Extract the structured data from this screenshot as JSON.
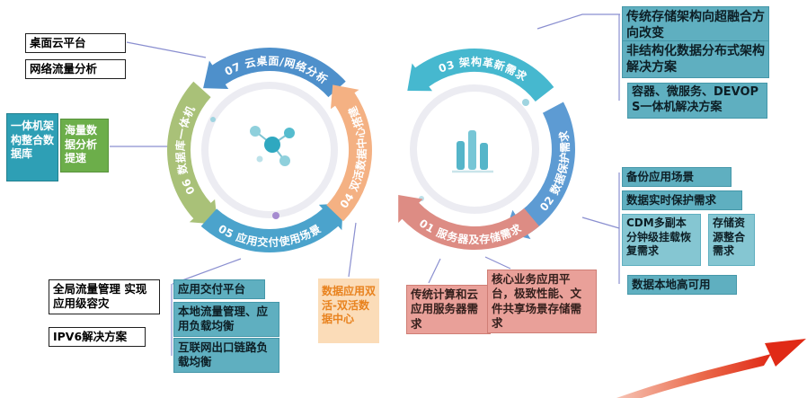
{
  "colors": {
    "arc07": "#4E90CB",
    "arc06": "#A9C178",
    "arc05": "#4BA3CC",
    "arc04": "#F4B183",
    "arc03": "#46B8CF",
    "arc02": "#5D9BD3",
    "arc01": "#DD8C84",
    "connector": "#8A8FD0",
    "swoosh": "#E02A16"
  },
  "arcs": {
    "a07": {
      "label": "07 云桌面/网络分析"
    },
    "a06": {
      "label": "06 数据库一体机"
    },
    "a05": {
      "label": "05 应用交付使用场景"
    },
    "a04": {
      "label": "04 双活数据中心搭建"
    },
    "a03": {
      "label": "03 架构革新需求"
    },
    "a02": {
      "label": "02 数据保护需求"
    },
    "a01": {
      "label": "01 服务器及存储需求"
    }
  },
  "boxes": {
    "desktop_cloud": {
      "label": "桌面云平台"
    },
    "network_traffic": {
      "label": "网络流量分析"
    },
    "appliance_db": {
      "label": "一体机架构整合数据库"
    },
    "data_analysis_speed": {
      "label": "海量数据分析提速"
    },
    "hci_shift": {
      "label": "传统存储架构向超融合方向改变"
    },
    "unstructured": {
      "label": "非结构化数据分布式架构解决方案"
    },
    "devops": {
      "label": "容器、微服务、DEVOPS一体机解决方案"
    },
    "backup": {
      "label": "备份应用场景"
    },
    "realtime_protect": {
      "label": "数据实时保护需求"
    },
    "cdm": {
      "label": "CDM多副本分钟级挂载恢复需求"
    },
    "storage_merge": {
      "label": "存储资源整合需求"
    },
    "local_ha": {
      "label": "数据本地高可用"
    },
    "global_traffic": {
      "label": "全局流量管理 实现应用级容灾"
    },
    "ipv6": {
      "label": "IPV6解决方案"
    },
    "app_delivery": {
      "label": "应用交付平台"
    },
    "local_lb": {
      "label": "本地流量管理、应用负载均衡"
    },
    "internet_lb": {
      "label": "互联网出口链路负载均衡"
    },
    "dual_active": {
      "label": "数据应用双活-双活数据中心"
    },
    "trad_cloud_server": {
      "label": "传统计算和云应用服务器需求"
    },
    "core_business": {
      "label": "核心业务应用平台，极致性能、文件共享场景存储需求"
    }
  },
  "icons": {
    "left_center": "molecule-network-icon",
    "right_center": "bar-chart-icon",
    "bottom_right": "growth-swoosh-arrow-icon"
  }
}
